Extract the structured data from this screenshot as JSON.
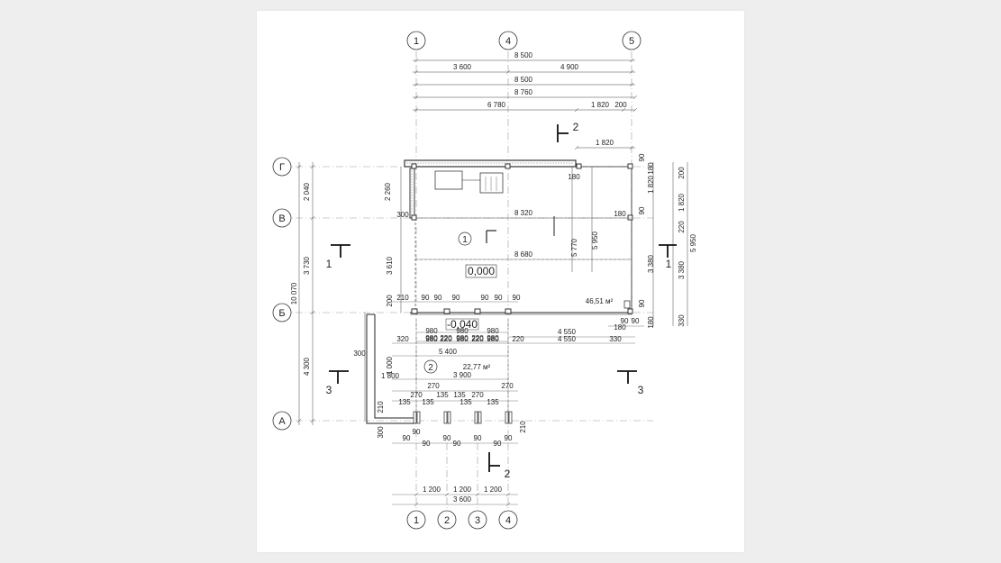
{
  "axes": {
    "top": [
      "1",
      "4",
      "5"
    ],
    "bottom": [
      "1",
      "2",
      "3",
      "4"
    ],
    "left": [
      "Г",
      "В",
      "Б",
      "А"
    ]
  },
  "top_dims": {
    "row1_total": "8 500",
    "row2_a": "3 600",
    "row2_b": "4 900",
    "row3_total": "8 500",
    "row4_total": "8 760",
    "row5_a": "6 780",
    "row5_b": "1 820",
    "row5_c": "200",
    "right_top": "1 820"
  },
  "left_dims": {
    "g_v": "2 040",
    "v_b": "3 730",
    "overall": "10 070",
    "b_a": "4 300",
    "inner_2260": "2 260",
    "inner_3610": "3 610",
    "inner_200": "200",
    "inner_300a": "300",
    "inner_300b": "300",
    "inner_1000": "1 000",
    "inner_1800": "1 800",
    "inner_210": "210"
  },
  "right_dims": {
    "d90a": "90",
    "d1820": "1 820",
    "d180a": "180",
    "d200": "200",
    "d90b": "90",
    "d1820b": "1 820",
    "d220": "220",
    "d5950": "5 950",
    "d3380a": "3 380",
    "d3380b": "3 380",
    "d90c": "90",
    "d180b": "180",
    "d330": "330",
    "d210": "210"
  },
  "room1": {
    "number": "1",
    "dim_8320": "8 320",
    "dim_8680": "8 680",
    "dim_5770": "5 770",
    "dim_5950": "5 950",
    "dim_180a": "180",
    "dim_180b": "180",
    "dim_300": "300",
    "level": "0,000",
    "area": "46,51 м²"
  },
  "room2": {
    "number": "2",
    "level": "-0,040",
    "area": "22,77 м²",
    "dim_5400": "5 400",
    "dim_3900": "3 900"
  },
  "wall_row": [
    "210",
    "90",
    "90",
    "90",
    "90",
    "90",
    "90"
  ],
  "row_980a": [
    "980",
    "980",
    "980"
  ],
  "row_980b": [
    "980",
    "220",
    "980",
    "220",
    "980"
  ],
  "row_320": [
    "320",
    "980",
    "220",
    "980",
    "220",
    "980",
    "220",
    "4 550",
    "330"
  ],
  "row_4550": "4 550",
  "right_small": [
    "90",
    "90",
    "180"
  ],
  "col_row_270": [
    "270",
    "270",
    "270",
    "270"
  ],
  "col_row_135": [
    "135",
    "135",
    "135",
    "135",
    "135",
    "135"
  ],
  "bottom_90": [
    "90",
    "90",
    "90",
    "90",
    "90",
    "90",
    "90",
    "90"
  ],
  "bottom_dims": {
    "a": "1 200",
    "b": "1 200",
    "c": "1 200",
    "total": "3 600"
  },
  "sections": {
    "s1_left": "1",
    "s1_right": "1",
    "s2_top": "2",
    "s2_bottom": "2",
    "s3_left": "3",
    "s3_right": "3"
  }
}
